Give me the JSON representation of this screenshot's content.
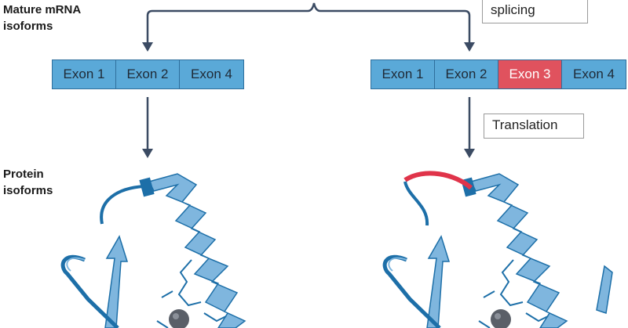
{
  "labels": {
    "mature_mrna": [
      "Mature mRNA",
      "isoforms"
    ],
    "protein": [
      "Protein",
      "isoforms"
    ],
    "splicing": "splicing",
    "translation": "Translation"
  },
  "left_isoform": {
    "exons": [
      {
        "label": "Exon 1"
      },
      {
        "label": "Exon 2"
      },
      {
        "label": "Exon 4"
      }
    ]
  },
  "right_isoform": {
    "exons": [
      {
        "label": "Exon 1"
      },
      {
        "label": "Exon 2"
      },
      {
        "label": "Exon 3",
        "alternative": true
      },
      {
        "label": "Exon 4"
      }
    ]
  },
  "colors": {
    "exon": "#5aa9d8",
    "alt_exon": "#e0525e",
    "arrow": "#3b4b63",
    "protein_dark": "#1d6fa8",
    "protein_light": "#7fb6de",
    "alt_loop": "#e0344a",
    "ion": "#5a5f68"
  }
}
